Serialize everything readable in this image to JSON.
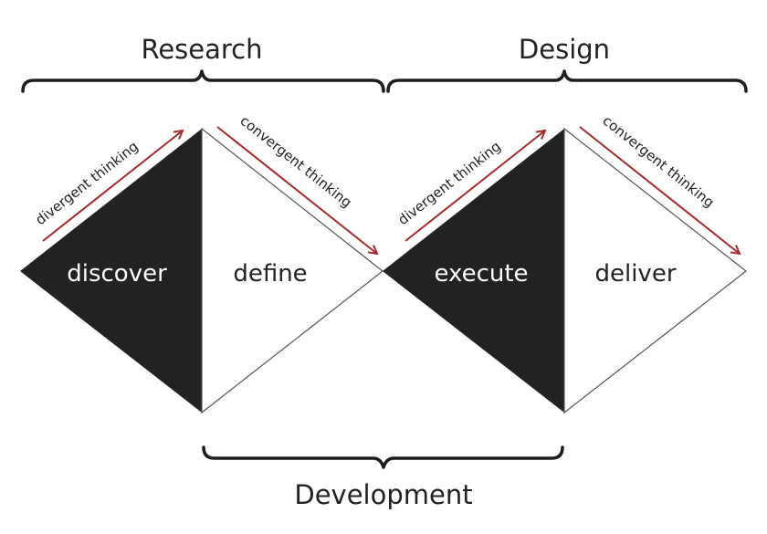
{
  "top_labels": {
    "left": "Research",
    "right": "Design"
  },
  "bottom_label": "Development",
  "phases": [
    "discover",
    "define",
    "execute",
    "deliver"
  ],
  "arrow_labels": {
    "divergent": "divergent thinking",
    "convergent": "convergent thinking"
  },
  "colors": {
    "fill_dark": "#222222",
    "fill_light": "#ffffff",
    "arrow": "#a52a2a"
  }
}
